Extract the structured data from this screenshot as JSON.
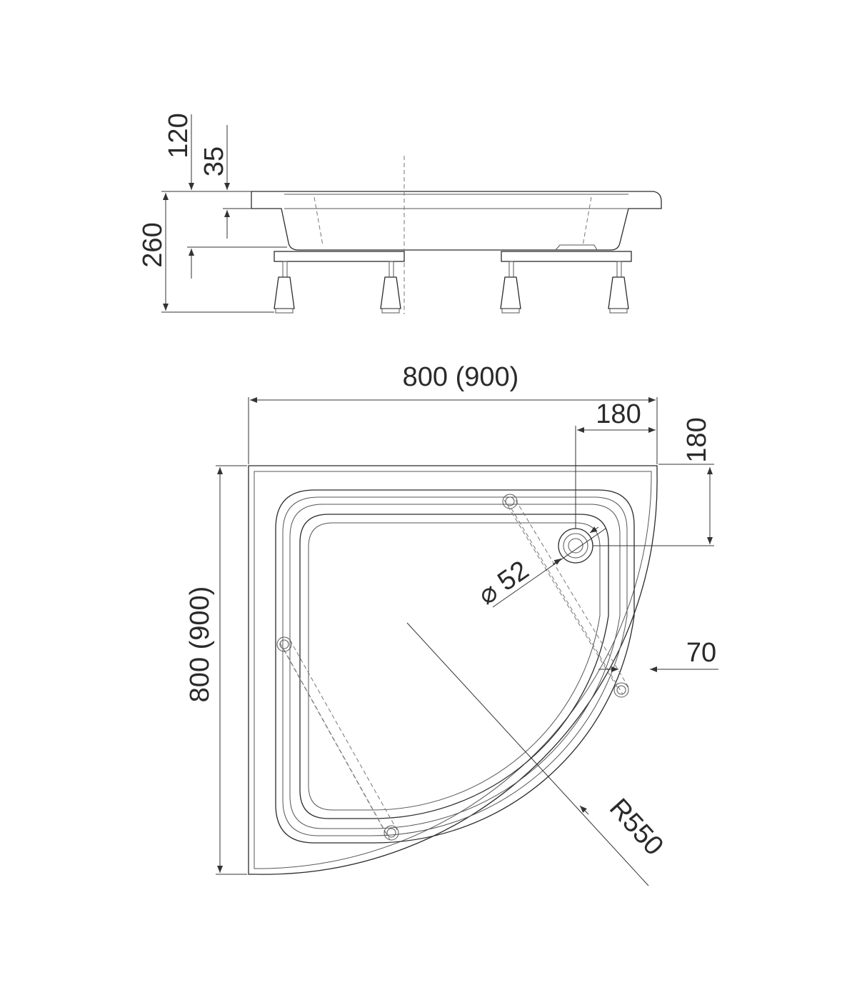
{
  "side_view": {
    "dim_total_height": "260",
    "dim_tray_height": "120",
    "dim_rim_depth": "35"
  },
  "top_view": {
    "dim_width": "800 (900)",
    "dim_depth": "800 (900)",
    "dim_drain_x": "180",
    "dim_drain_y": "180",
    "dim_drain_diameter": "⌀ 52",
    "dim_rim_width": "70",
    "dim_radius": "R550"
  }
}
